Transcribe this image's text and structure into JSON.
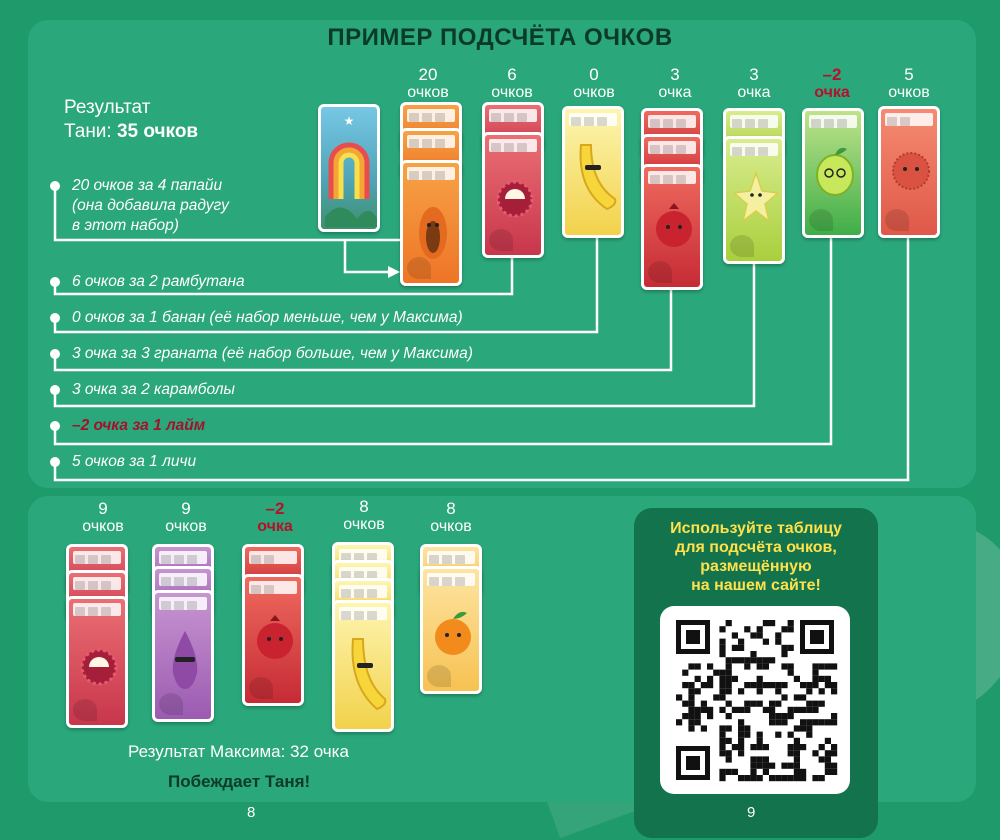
{
  "title": "ПРИМЕР ПОДСЧЁТА ОЧКОВ",
  "tanya": {
    "result_label": "Результат",
    "result_name": "Тани: ",
    "result_score": "35 очков"
  },
  "tanya_scores": [
    {
      "num": "20",
      "word": "очков",
      "negative": false
    },
    {
      "num": "6",
      "word": "очков",
      "negative": false
    },
    {
      "num": "0",
      "word": "очков",
      "negative": false
    },
    {
      "num": "3",
      "word": "очка",
      "negative": false
    },
    {
      "num": "3",
      "word": "очка",
      "negative": false
    },
    {
      "num": "–2",
      "word": "очка",
      "negative": true
    },
    {
      "num": "5",
      "word": "очков",
      "negative": false
    }
  ],
  "tanya_lines": [
    {
      "text": "20 очков за 4 папайи",
      "negative": false
    },
    {
      "text": "(она добавила радугу",
      "negative": false
    },
    {
      "text": "в этот набор)",
      "negative": false
    },
    {
      "text": "6 очков за 2 рамбутана",
      "negative": false
    },
    {
      "text": "0 очков за 1 банан (её набор меньше, чем у Максима)",
      "negative": false
    },
    {
      "text": "3 очка за 3 граната (её набор больше, чем у Максима)",
      "negative": false
    },
    {
      "text": "3 очка за 2 карамболы",
      "negative": false
    },
    {
      "text": "–2 очка за 1 лайм",
      "negative": true
    },
    {
      "text": "5 очков за 1 личи",
      "negative": false
    }
  ],
  "maxim_scores": [
    {
      "num": "9",
      "word": "очков",
      "negative": false
    },
    {
      "num": "9",
      "word": "очков",
      "negative": false
    },
    {
      "num": "–2",
      "word": "очка",
      "negative": true
    },
    {
      "num": "8",
      "word": "очков",
      "negative": false
    },
    {
      "num": "8",
      "word": "очков",
      "negative": false
    }
  ],
  "maxim_result": "Результат Максима: 32 очка",
  "winner": "Побеждает Таня!",
  "qr_text": [
    "Используйте таблицу",
    "для подсчёта очков,",
    "размещённую",
    "на нашем сайте!"
  ],
  "page_left": "8",
  "page_right": "9",
  "colors": {
    "background": "#1f9a6b",
    "panel": "#2ba77c",
    "title": "#0b3a29",
    "negative": "#b3122a",
    "qr_panel": "#13734d",
    "qr_text": "#ffe14a"
  },
  "icons": [
    "rainbow-icon",
    "papaya-icon",
    "rambutan-icon",
    "banana-icon",
    "pomegranate-icon",
    "carambola-icon",
    "lime-icon",
    "lychee-icon",
    "fig-icon",
    "orange-icon",
    "qr-code-icon",
    "monstera-leaf-icon",
    "arrow-right-icon"
  ]
}
